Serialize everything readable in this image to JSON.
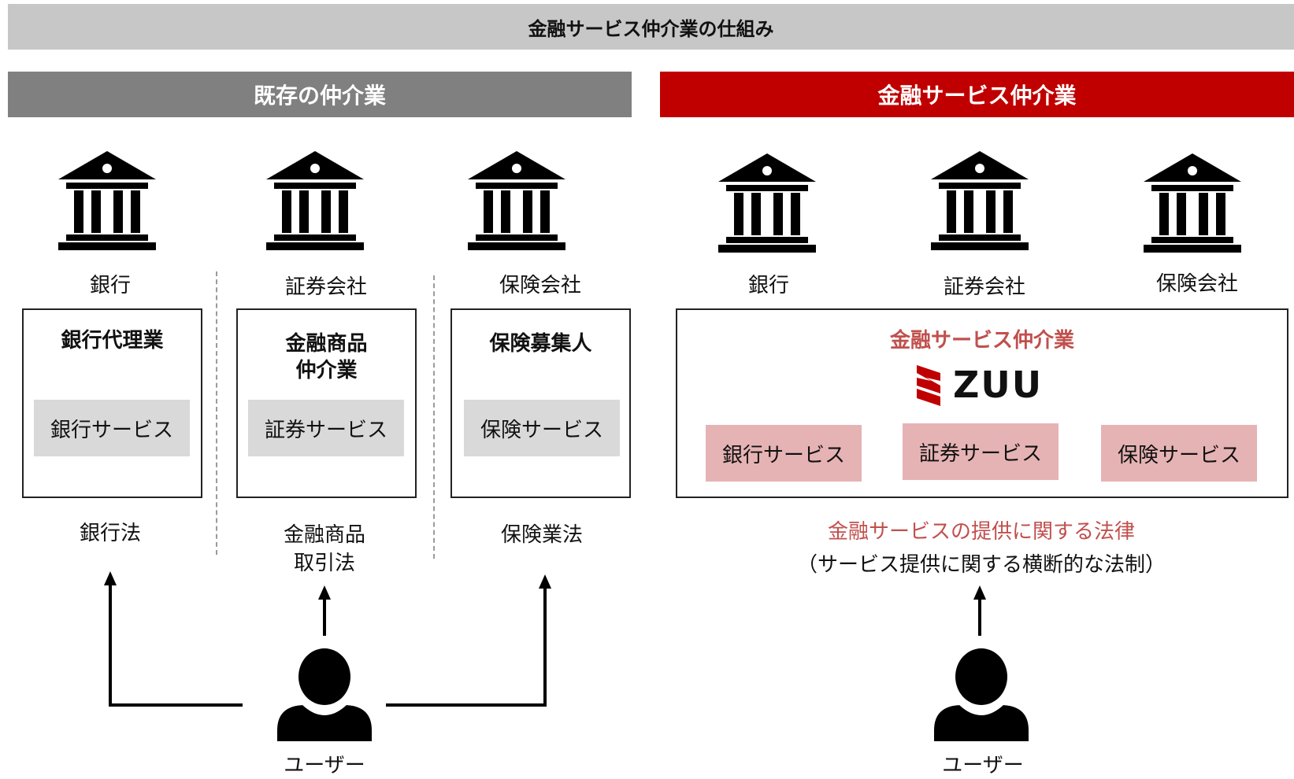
{
  "title": "金融サービス仲介業の仕組み",
  "left": {
    "header": "既存の仲介業",
    "institutions": [
      "銀行",
      "証券会社",
      "保険会社"
    ],
    "boxes": [
      {
        "title": "銀行代理業",
        "service": "銀行サービス",
        "law": "銀行法"
      },
      {
        "title_line1": "金融商品",
        "title_line2": "仲介業",
        "service": "証券サービス",
        "law_line1": "金融商品",
        "law_line2": "取引法"
      },
      {
        "title": "保険募集人",
        "service": "保険サービス",
        "law": "保険業法"
      }
    ],
    "user_label": "ユーザー"
  },
  "right": {
    "header": "金融サービス仲介業",
    "institutions": [
      "銀行",
      "証券会社",
      "保険会社"
    ],
    "box_title": "金融サービス仲介業",
    "logo_text": "ZUU",
    "services": [
      "銀行サービス",
      "証券サービス",
      "保険サービス"
    ],
    "law_title": "金融サービスの提供に関する法律",
    "law_note": "（サービス提供に関する横断的な法制）",
    "user_label": "ユーザー"
  },
  "colors": {
    "main_banner": "#c7c7c7",
    "left_banner": "#808080",
    "right_banner": "#c00000",
    "gray_service": "#d9d9d9",
    "pink_service": "#e6b3b5",
    "accent_text": "#c0504d"
  },
  "icons": {
    "institution": "bank-building-icon",
    "user": "person-icon",
    "logo": "zuu-logo-icon"
  }
}
